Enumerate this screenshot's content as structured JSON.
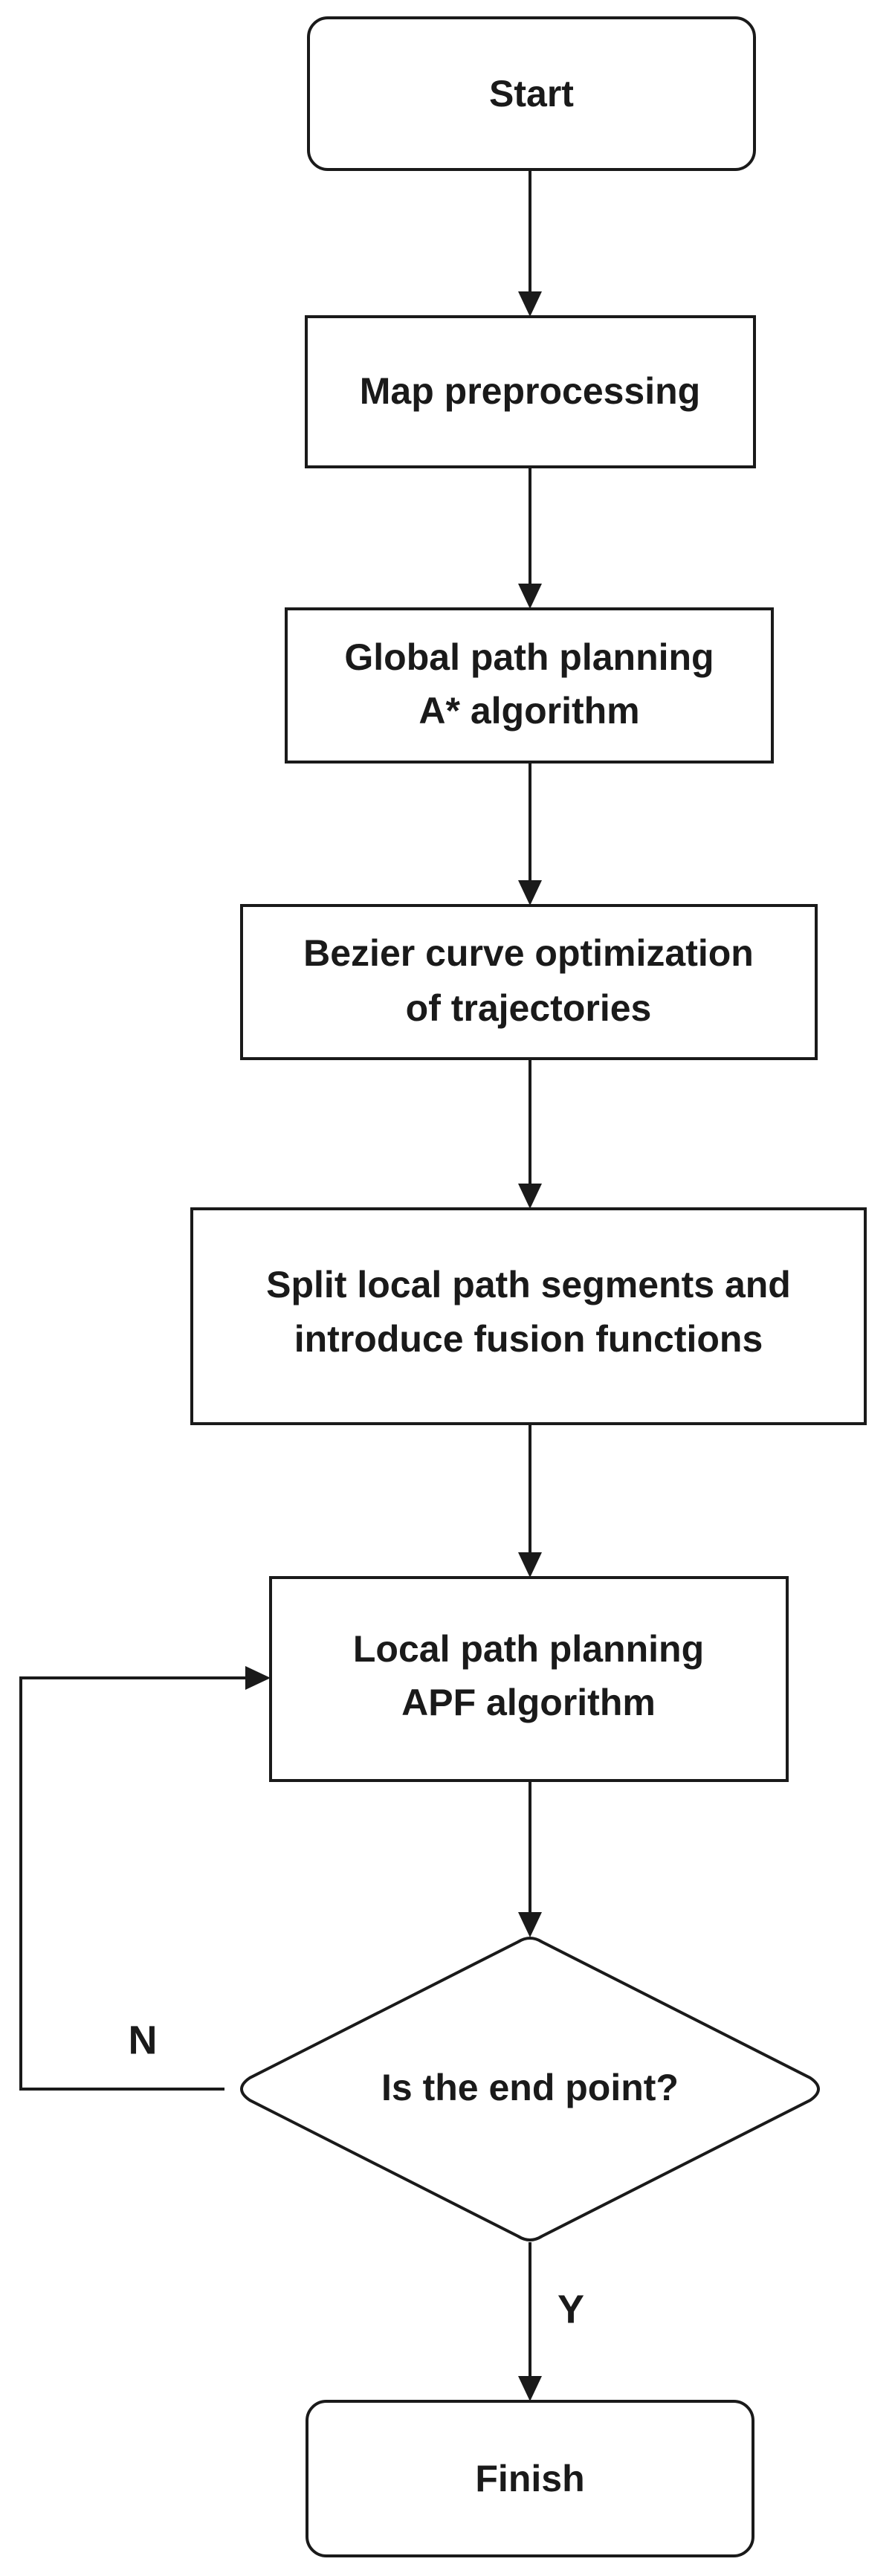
{
  "flowchart": {
    "nodes": {
      "start": {
        "label": "Start",
        "shape": "rounded-rectangle"
      },
      "map_preprocessing": {
        "label": "Map preprocessing",
        "shape": "rectangle"
      },
      "global_path": {
        "lines": [
          "Global path planning",
          "A* algorithm"
        ],
        "shape": "rectangle"
      },
      "bezier": {
        "lines": [
          "Bezier curve optimization",
          "of trajectories"
        ],
        "shape": "rectangle"
      },
      "split_local": {
        "lines": [
          "Split local path segments and",
          "introduce fusion functions"
        ],
        "shape": "rectangle"
      },
      "local_path": {
        "lines": [
          "Local path planning",
          "APF algorithm"
        ],
        "shape": "rectangle"
      },
      "decision": {
        "label": "Is the end point?",
        "shape": "diamond"
      },
      "finish": {
        "label": "Finish",
        "shape": "rounded-rectangle"
      }
    },
    "branch_labels": {
      "no": "N",
      "yes": "Y"
    },
    "edges": [
      {
        "from": "start",
        "to": "map_preprocessing"
      },
      {
        "from": "map_preprocessing",
        "to": "global_path"
      },
      {
        "from": "global_path",
        "to": "bezier"
      },
      {
        "from": "bezier",
        "to": "split_local"
      },
      {
        "from": "split_local",
        "to": "local_path"
      },
      {
        "from": "local_path",
        "to": "decision"
      },
      {
        "from": "decision",
        "to": "local_path",
        "label": "N"
      },
      {
        "from": "decision",
        "to": "finish",
        "label": "Y"
      }
    ],
    "colors": {
      "stroke": "#1a1a1a",
      "fill": "#ffffff",
      "text": "#1a1a1a"
    }
  }
}
